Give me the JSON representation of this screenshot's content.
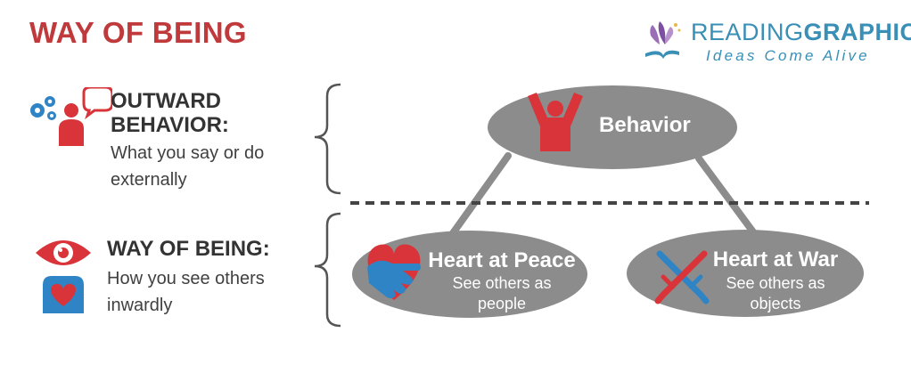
{
  "title": "WAY OF BEING",
  "logo": {
    "word_regular": "READING",
    "word_bold": "GRAPHICS",
    "tagline": "Ideas Come Alive"
  },
  "outward": {
    "title": "OUTWARD BEHAVIOR:",
    "description": "What you say or do externally"
  },
  "being": {
    "title": "WAY OF BEING:",
    "description": "How you see others inwardly"
  },
  "nodes": {
    "behavior": {
      "label": "Behavior",
      "icon": "raised-arms-person-icon"
    },
    "peace": {
      "title": "Heart at Peace",
      "subtitle": "See others as people",
      "icon": "heart-handshake-icon"
    },
    "war": {
      "title": "Heart at War",
      "subtitle": "See others as objects",
      "icon": "crossed-swords-icon"
    }
  },
  "colors": {
    "title_red": "#c0393b",
    "icon_red": "#d8343a",
    "icon_blue": "#2f84c5",
    "node_gray": "#8c8c8c",
    "logo_blue": "#3a8fb7"
  }
}
